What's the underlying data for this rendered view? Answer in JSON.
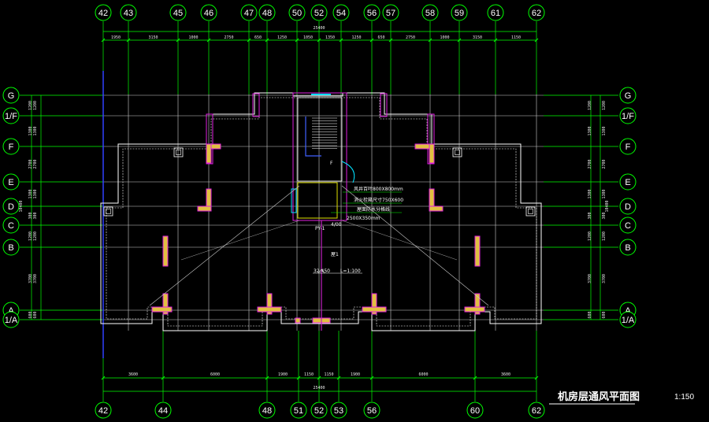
{
  "drawing": {
    "title": "机房层通风平面图",
    "scale": "1:150",
    "top_axes": [
      "42",
      "43",
      "45",
      "46",
      "47",
      "48",
      "50",
      "52",
      "54",
      "56",
      "57",
      "58",
      "59",
      "61",
      "62"
    ],
    "bottom_axes": [
      "42",
      "44",
      "48",
      "51",
      "52",
      "53",
      "56",
      "60",
      "62"
    ],
    "side_axes": [
      "G",
      "1/F",
      "F",
      "E",
      "D",
      "C",
      "B",
      "A",
      "1/A"
    ],
    "top_dims": [
      "1950",
      "3150",
      "1000",
      "2750",
      "650",
      "1250",
      "1050",
      "1350",
      "1250",
      "650",
      "2750",
      "1000",
      "3150",
      "1150"
    ],
    "total_dim": "25400",
    "bottom_dims": [
      "3600",
      "6000",
      "1900",
      "1150",
      "1150",
      "1900",
      "6000",
      "3600"
    ],
    "left_dims": [
      "1200",
      "1300",
      "2700",
      "1300",
      "300",
      "1200",
      "3700",
      "600"
    ],
    "left_total": "10400",
    "notes": {
      "n1": "风井百叶800X800mm",
      "n2": "消火栓箱尺寸750X600",
      "n3": "屋面防水分格线",
      "n4": "2500X350mm",
      "n5": "PY-1",
      "n6": "4/00",
      "n7": "屋1",
      "n8": "32.450",
      "n9": "L=1:100",
      "n10": "F"
    }
  }
}
